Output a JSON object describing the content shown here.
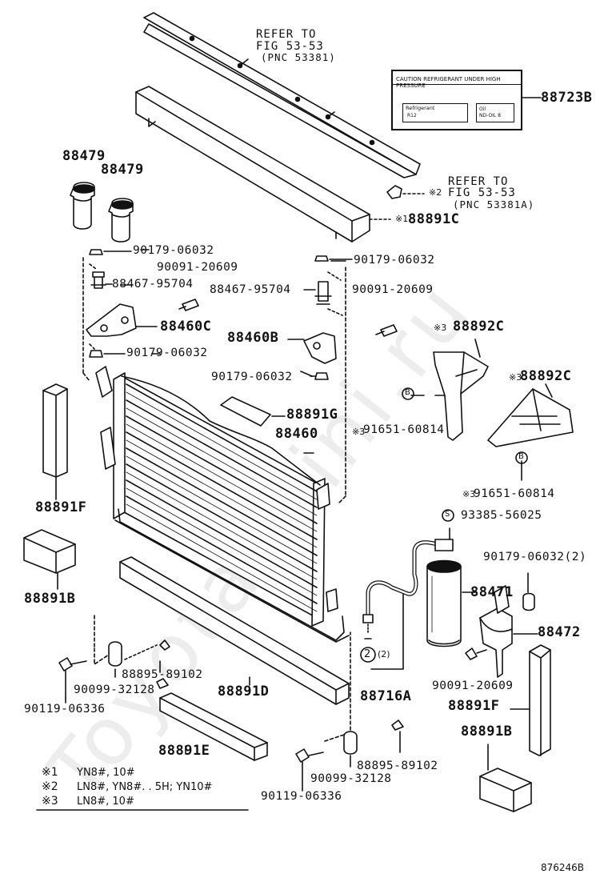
{
  "watermark": "Toyota-Mini.ru",
  "references": {
    "top_line1": "REFER TO",
    "top_line2": "FIG 53-53",
    "top_line3": "(PNC 53381)",
    "side_line1": "REFER TO",
    "side_line2": "FIG 53-53",
    "side_line3": "(PNC 53381A)"
  },
  "caution_label": {
    "title": "CAUTION REFRIGERANT UNDER HIGH PRESSURE",
    "refrigerant": "Refrigerant",
    "refrigerant_value": "R12",
    "amount": "Oil",
    "amount_value": "ND-OIL 8"
  },
  "markers": {
    "m1": "※1",
    "m2": "※2",
    "m3": "※3",
    "b": "B",
    "s": "S",
    "two": "2",
    "qty2": "(2)"
  },
  "parts": {
    "p88723B": "88723B",
    "p88479a": "88479",
    "p88479b": "88479",
    "p88891C": "88891C",
    "p90179_a": "90179-06032",
    "p90091_a": "90091-20609",
    "p88467_a": "88467-95704",
    "p88460C": "88460C",
    "p90179_b": "90179-06032",
    "p90179_c": "90179-06032",
    "p88467_b": "88467-95704",
    "p90091_b": "90091-20609",
    "p88460B": "88460B",
    "p90179_d": "90179-06032",
    "p88892C_a": "88892C",
    "p88892C_b": "88892C",
    "p88891G": "88891G",
    "p88460": "88460",
    "p91651_a": "91651-60814",
    "p91651_b": "91651-60814",
    "p88891F_a": "88891F",
    "p93385": "93385-56025",
    "p90179_e": "90179-06032(2)",
    "p88891B_a": "88891B",
    "p88471": "88471",
    "p88472": "88472",
    "p88895_a": "88895-89102",
    "p90099_a": "90099-32128",
    "p88891D": "88891D",
    "p90119_a": "90119-06336",
    "p88716A": "88716A",
    "p90091_c": "90091-20609",
    "p88891F_b": "88891F",
    "p88891E": "88891E",
    "p88891B_b": "88891B",
    "p88895_b": "88895-89102",
    "p90099_b": "90099-32128",
    "p90119_b": "90119-06336"
  },
  "notes": [
    {
      "mark": "※1",
      "text": "YN8#, 10#"
    },
    {
      "mark": "※2",
      "text": "LN8#, YN8#. . 5H; YN10#"
    },
    {
      "mark": "※3",
      "text": "LN8#, 10#"
    }
  ],
  "code": "876246B"
}
